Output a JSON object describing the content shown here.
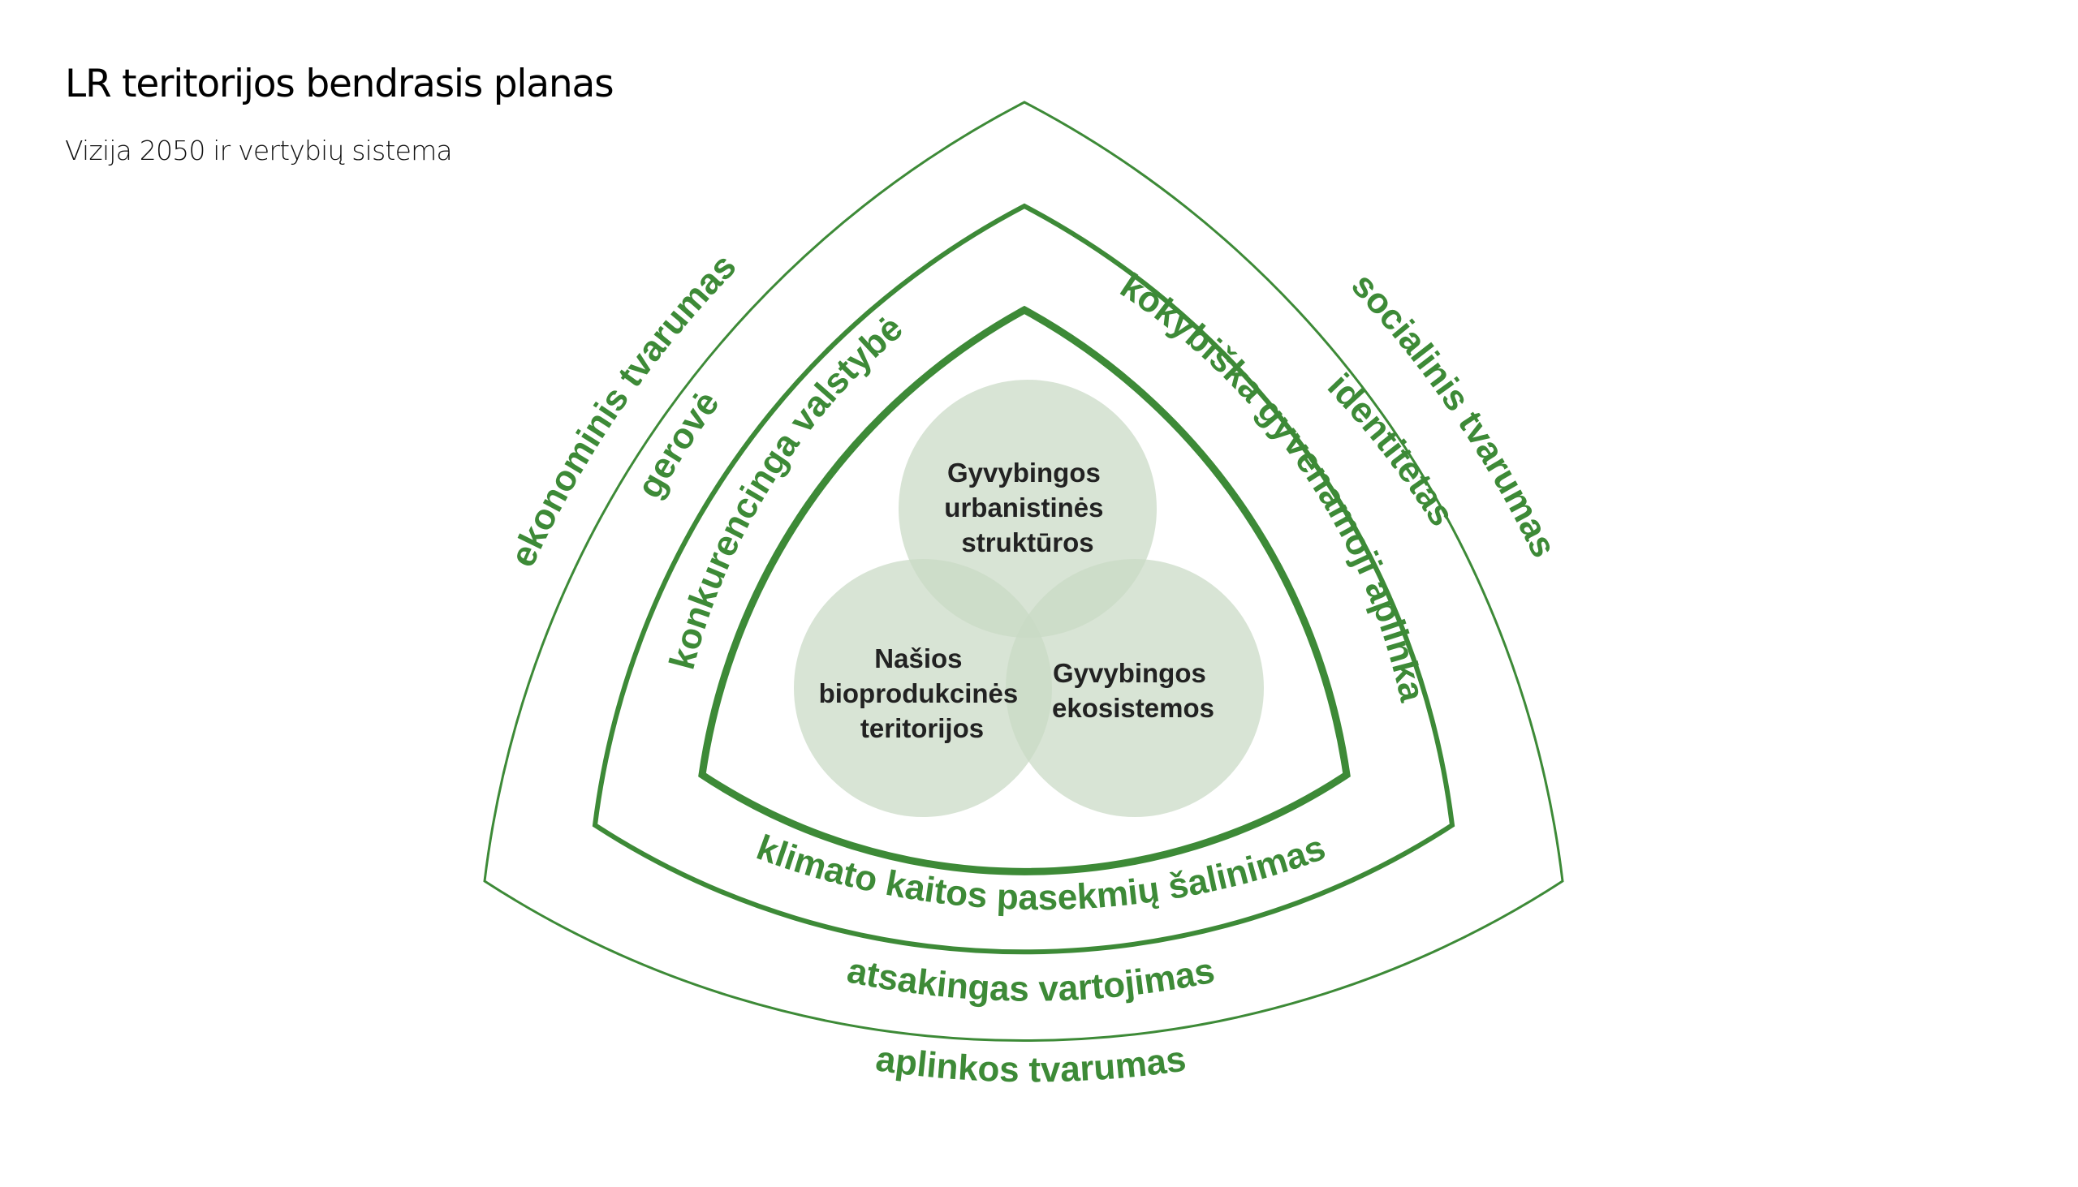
{
  "header": {
    "title": "LR teritorijos bendrasis planas",
    "subtitle": "Vizija 2050 ir vertybių sistema"
  },
  "colors": {
    "line": "#3d8a37",
    "text_green": "#3d8a37",
    "circle_fill": "#c9dac5",
    "circle_text": "#222222"
  },
  "diagram": {
    "outer_ring": {
      "left": "ekonominis tvarumas",
      "right": "socialinis tvarumas",
      "bottom": "aplinkos tvarumas"
    },
    "middle_ring": {
      "left": "gerovė",
      "right": "identitetas",
      "bottom": "atsakingas vartojimas"
    },
    "inner_ring": {
      "left": "konkurencinga valstybė",
      "right": "kokybiška gyvenamoji aplinka",
      "bottom": "klimato kaitos pasekmių šalinimas"
    },
    "circles": [
      {
        "lines": [
          "Gyvybingos",
          "urbanistinės",
          "struktūros"
        ]
      },
      {
        "lines": [
          "Našios",
          "bioprodukcinės",
          "teritorijos"
        ]
      },
      {
        "lines": [
          "Gyvybingos",
          "ekosistemos"
        ]
      }
    ]
  }
}
